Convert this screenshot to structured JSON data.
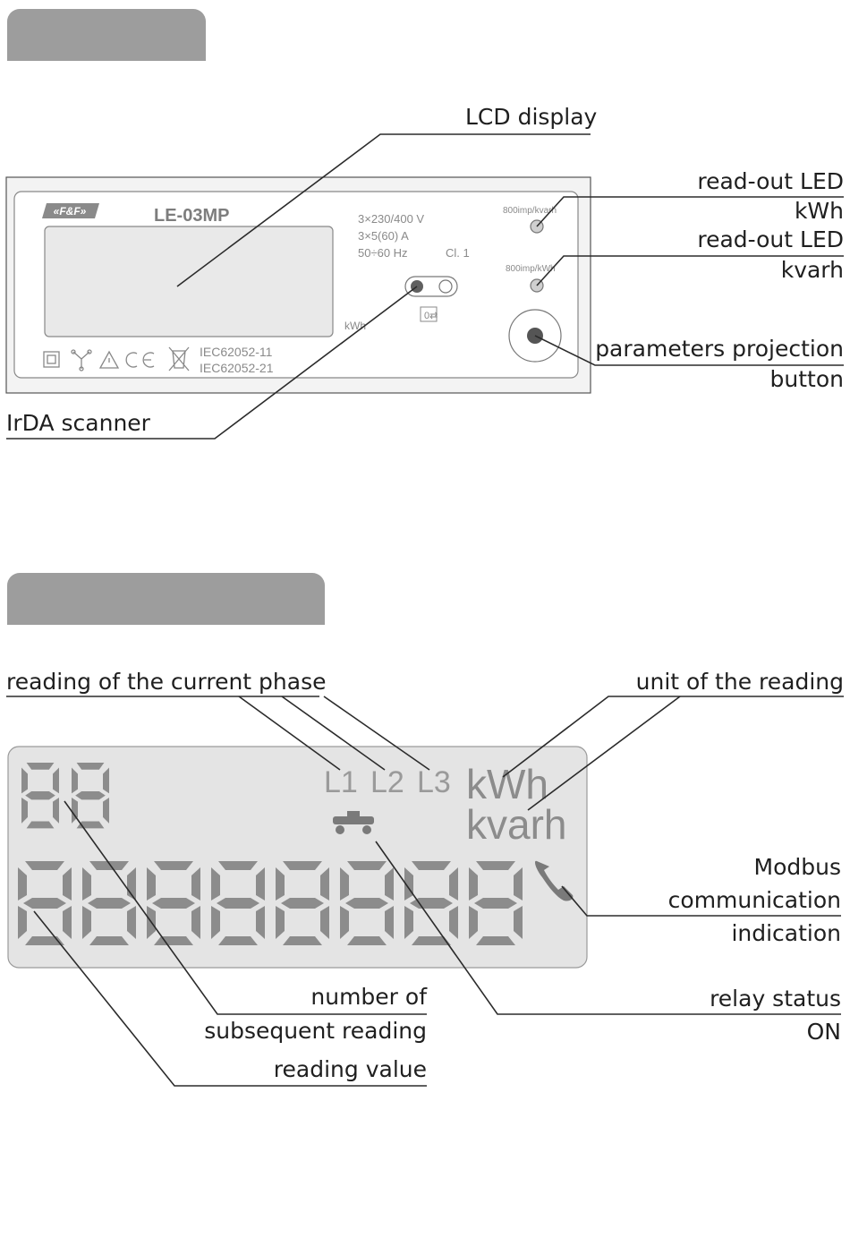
{
  "meter": {
    "brand": "«F&F»",
    "model": "LE-03MP",
    "specs": [
      "3×230/400 V",
      "3×5(60) A",
      "50÷60 Hz"
    ],
    "class": "Cl. 1",
    "led_kvarh_label": "800imp/kvarh",
    "led_kwh_label": "800imp/kWh",
    "unit": "kWh",
    "standards": [
      "IEC62052-11",
      "IEC62052-21"
    ],
    "ir_label": "0⇄"
  },
  "callouts_top": {
    "lcd": "LCD display",
    "led_kwh": [
      "read-out LED",
      "kWh"
    ],
    "led_kvarh": [
      "read-out LED",
      "kvarh"
    ],
    "param_button": [
      "parameters projection",
      "button"
    ],
    "irda": "IrDA scanner"
  },
  "lcd": {
    "phases": [
      "L1",
      "L2",
      "L3"
    ],
    "unit_kwh": "kWh",
    "unit_kvarh": "kvarh",
    "small_digits": "88",
    "big_digits": "88888888"
  },
  "callouts_bottom": {
    "phase": "reading of the current phase",
    "unit": "unit of the reading",
    "modbus": [
      "Modbus",
      "communication",
      "indication"
    ],
    "number": [
      "number of",
      "subsequent reading"
    ],
    "value": "reading value",
    "relay": [
      "relay status",
      "ON"
    ]
  },
  "colors": {
    "tab": "#9d9d9d",
    "lcd_bg": "#e4e4e4",
    "lcd_segment": "#8c8c8c",
    "text": "#1f1f1f"
  }
}
